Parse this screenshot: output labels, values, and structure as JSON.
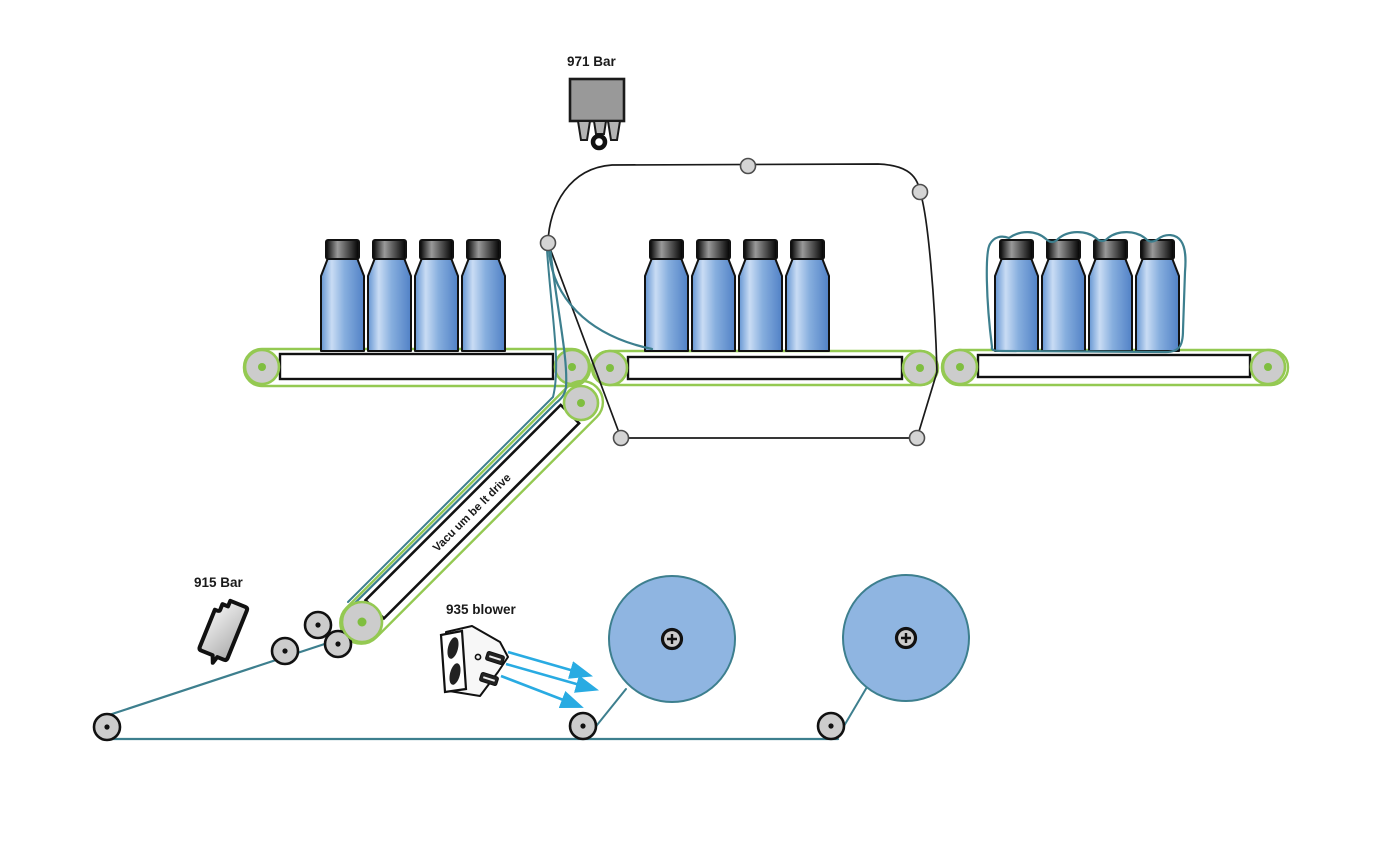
{
  "diagram": {
    "labels": {
      "top_device": "971 Bar",
      "left_device": "915 Bar",
      "blower": "935 blower",
      "vacuum_belt": "Vacu um be lt drive"
    },
    "components": {
      "conveyor_count": 3,
      "bottles_per_group": 4,
      "bottle_group_states": [
        "unwrapped",
        "being wrapped",
        "film wrapped"
      ],
      "film_roll_count": 2,
      "devices": [
        "971 Bar",
        "915 Bar",
        "935 blower",
        "vacuum belt drive"
      ]
    },
    "colors": {
      "belt_green": "#94C952",
      "belt_green_dot": "#7FBE3F",
      "film_teal": "#3D7F8E",
      "arrow_cyan": "#29ABE2",
      "roll_blue": "#8FB5E1",
      "roller_gray": "#CCCCCC",
      "device_gray": "#999999",
      "outline_black": "#1A1A1A",
      "background": "#FFFFFF"
    }
  }
}
